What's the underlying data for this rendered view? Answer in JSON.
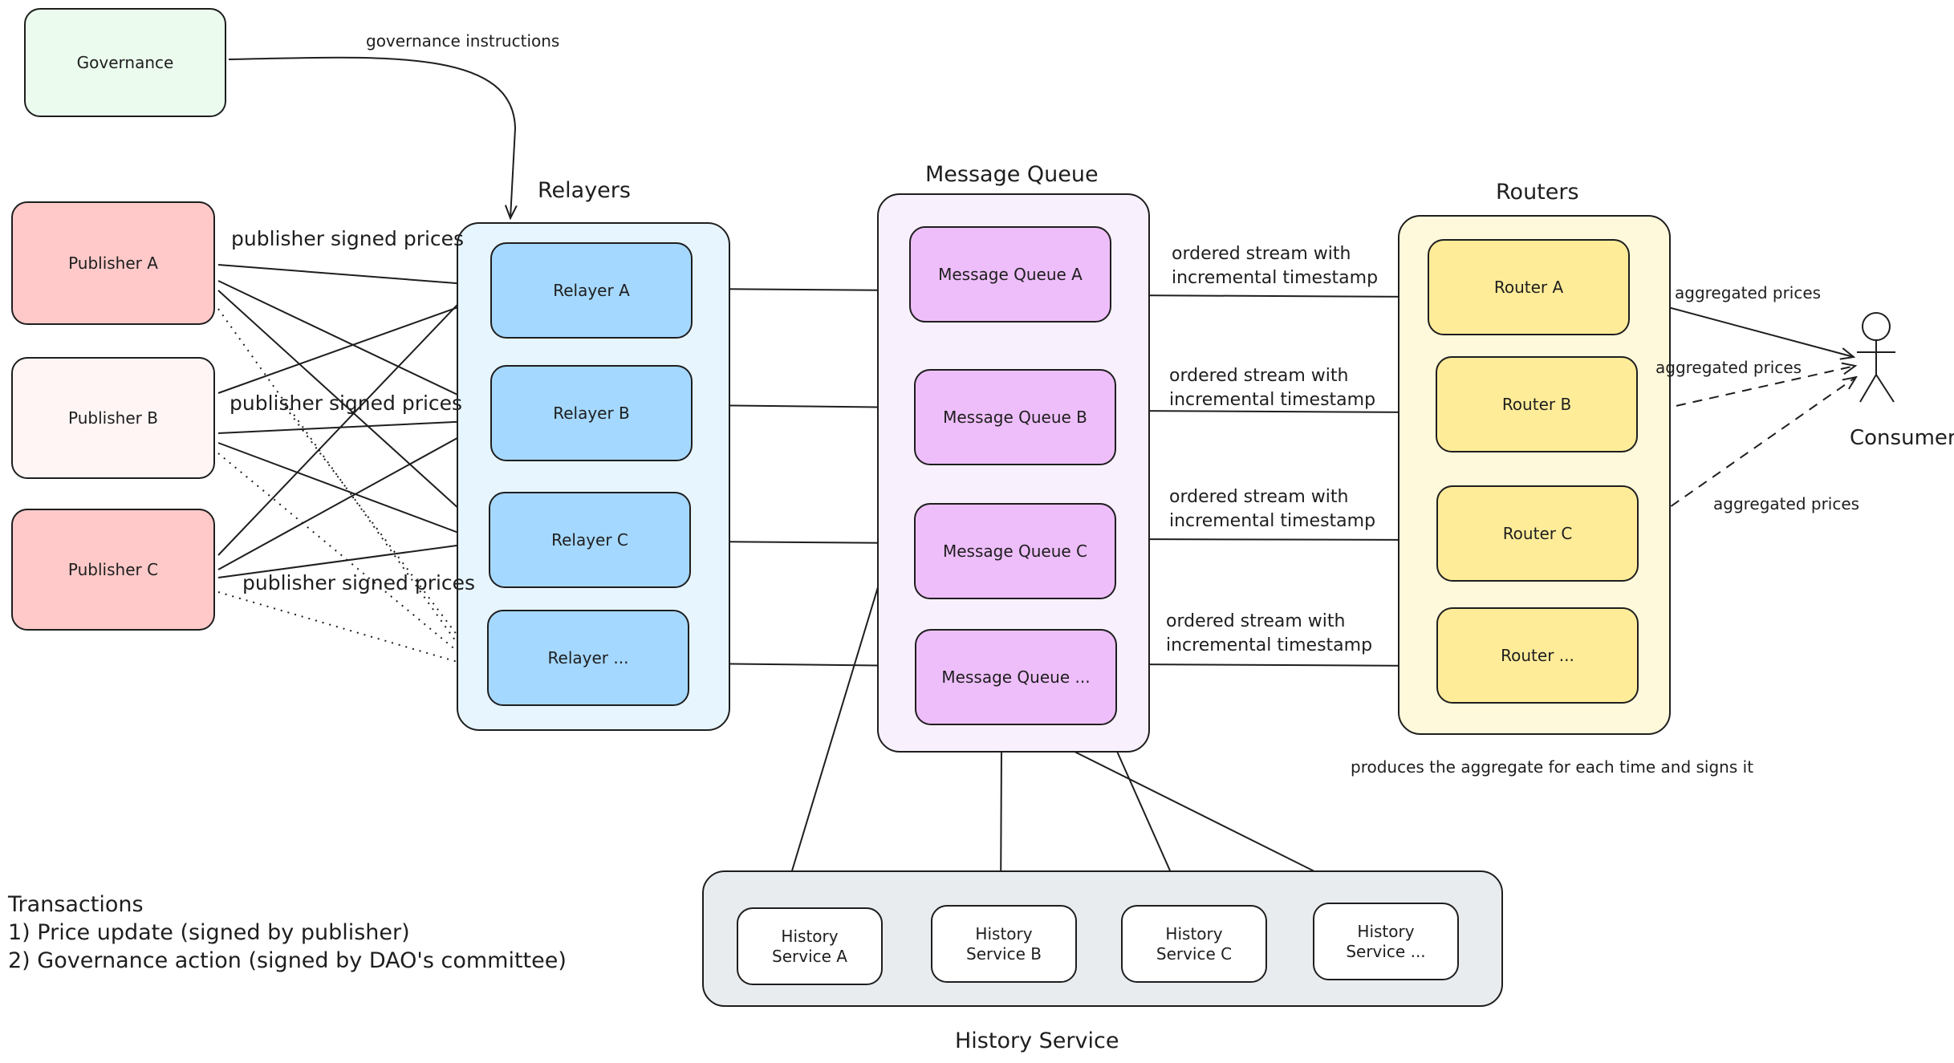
{
  "groups": {
    "relayers": "Relayers",
    "message_queue": "Message Queue",
    "routers": "Routers",
    "history_service": "History Service"
  },
  "nodes": {
    "governance": "Governance",
    "publisher_a": "Publisher A",
    "publisher_b": "Publisher B",
    "publisher_c": "Publisher C",
    "relayer_a": "Relayer A",
    "relayer_b": "Relayer B",
    "relayer_c": "Relayer C",
    "relayer_more": "Relayer ...",
    "mq_a": "Message Queue A",
    "mq_b": "Message Queue B",
    "mq_c": "Message Queue C",
    "mq_more": "Message Queue ...",
    "router_a": "Router A",
    "router_b": "Router B",
    "router_c": "Router C",
    "router_more": "Router ...",
    "history_a": "History\nService A",
    "history_b": "History\nService B",
    "history_c": "History\nService C",
    "history_more": "History\nService ...",
    "consumer": "Consumer"
  },
  "edge_labels": {
    "governance_instructions": "governance instructions",
    "publisher_signed_prices": "publisher signed prices",
    "ordered_stream": "ordered stream with\nincremental timestamp",
    "aggregated_prices": "aggregated prices",
    "produces_aggregate": "produces the aggregate for each time and signs it"
  },
  "notes": {
    "title": "Transactions",
    "items": [
      "1) Price update (signed by publisher)",
      "2) Governance action (signed by DAO's committee)"
    ]
  },
  "colors": {
    "stroke": "#1e1e1e",
    "governance": "#ebfbee",
    "publisher": "#ffc9c9",
    "publisher_light": "#fff5f5",
    "relayer_group": "#e7f5ff",
    "relayer": "#a5d8ff",
    "mq_group": "#f8f0fc",
    "mq": "#eebefa",
    "router_group": "#fff9db",
    "router": "#ffec99",
    "history_group": "#e9ecef",
    "history": "#ffffff"
  }
}
